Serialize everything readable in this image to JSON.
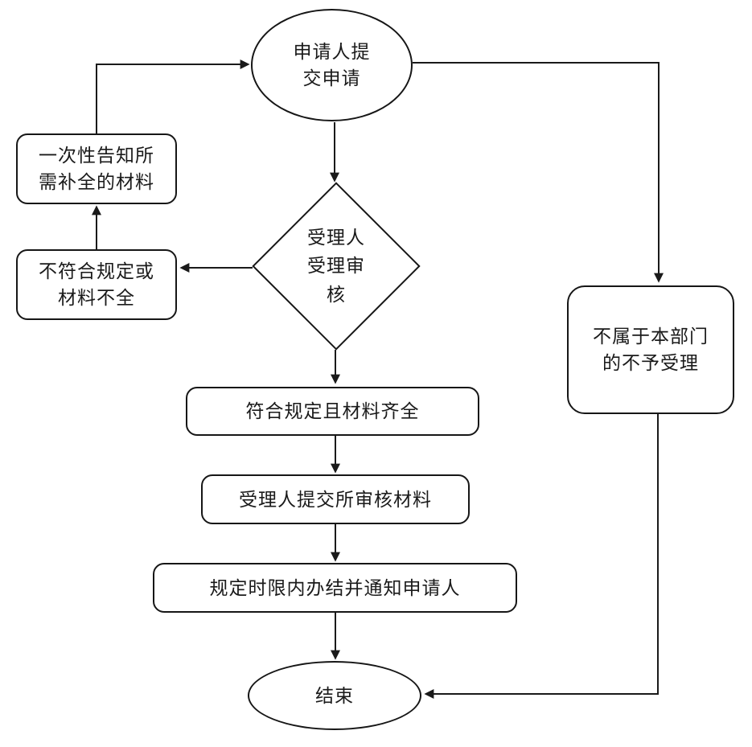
{
  "colors": {
    "line": "#1a1a1a",
    "node_fill": "#ffffff",
    "text": "#1a1a1a"
  },
  "nodes": {
    "start": {
      "shape": "ellipse",
      "text": "申请人提\n交申请"
    },
    "review": {
      "shape": "diamond",
      "text": "受理人\n受理审\n核"
    },
    "notify": {
      "shape": "rounded-rect",
      "text": "一次性告知所\n需补全的材料"
    },
    "incomplete": {
      "shape": "rounded-rect",
      "text": "不符合规定或\n材料不全"
    },
    "reject": {
      "shape": "rounded-rect",
      "text": "不属于本部门\n的不予受理"
    },
    "qualified": {
      "shape": "rounded-rect",
      "text": "符合规定且材料齐全"
    },
    "submit": {
      "shape": "rounded-rect",
      "text": "受理人提交所审核材料"
    },
    "complete": {
      "shape": "rounded-rect",
      "text": "规定时限内办结并通知申请人"
    },
    "end": {
      "shape": "ellipse",
      "text": "结束"
    }
  },
  "edges": [
    {
      "from": "notify",
      "to": "start"
    },
    {
      "from": "start",
      "to": "review"
    },
    {
      "from": "start",
      "to": "reject"
    },
    {
      "from": "review",
      "to": "incomplete"
    },
    {
      "from": "incomplete",
      "to": "notify"
    },
    {
      "from": "review",
      "to": "qualified"
    },
    {
      "from": "qualified",
      "to": "submit"
    },
    {
      "from": "submit",
      "to": "complete"
    },
    {
      "from": "complete",
      "to": "end"
    },
    {
      "from": "reject",
      "to": "end"
    }
  ]
}
